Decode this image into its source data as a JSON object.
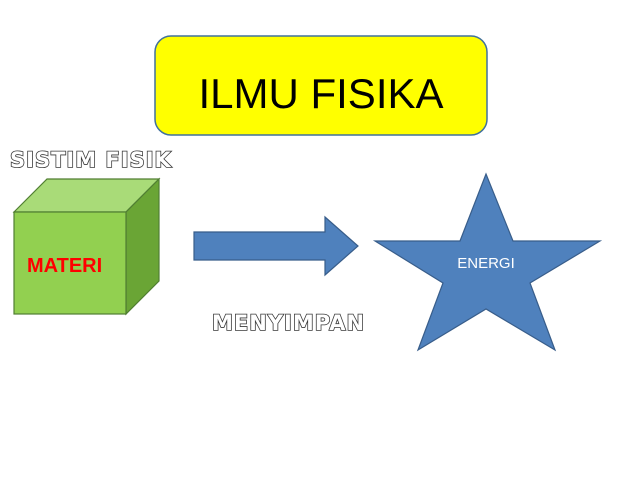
{
  "title": "ILMU FISIKA",
  "system_label": "SISTIM FISIK",
  "matter_label": "MATERI",
  "energy_label": "ENERGI",
  "arrow_label": "MENYIMPAN",
  "colors": {
    "title_fill": "#ffff00",
    "title_border": "#41719c",
    "cube_front": "#92d050",
    "cube_top": "#a9db78",
    "cube_side": "#6aa535",
    "cube_stroke": "#507e32",
    "matter_text": "#ff0000",
    "shape_blue": "#4f81bd",
    "shape_stroke": "#385d8a",
    "outline_text_fill": "#ffffff",
    "outline_text_stroke": "#3a3a3a"
  }
}
